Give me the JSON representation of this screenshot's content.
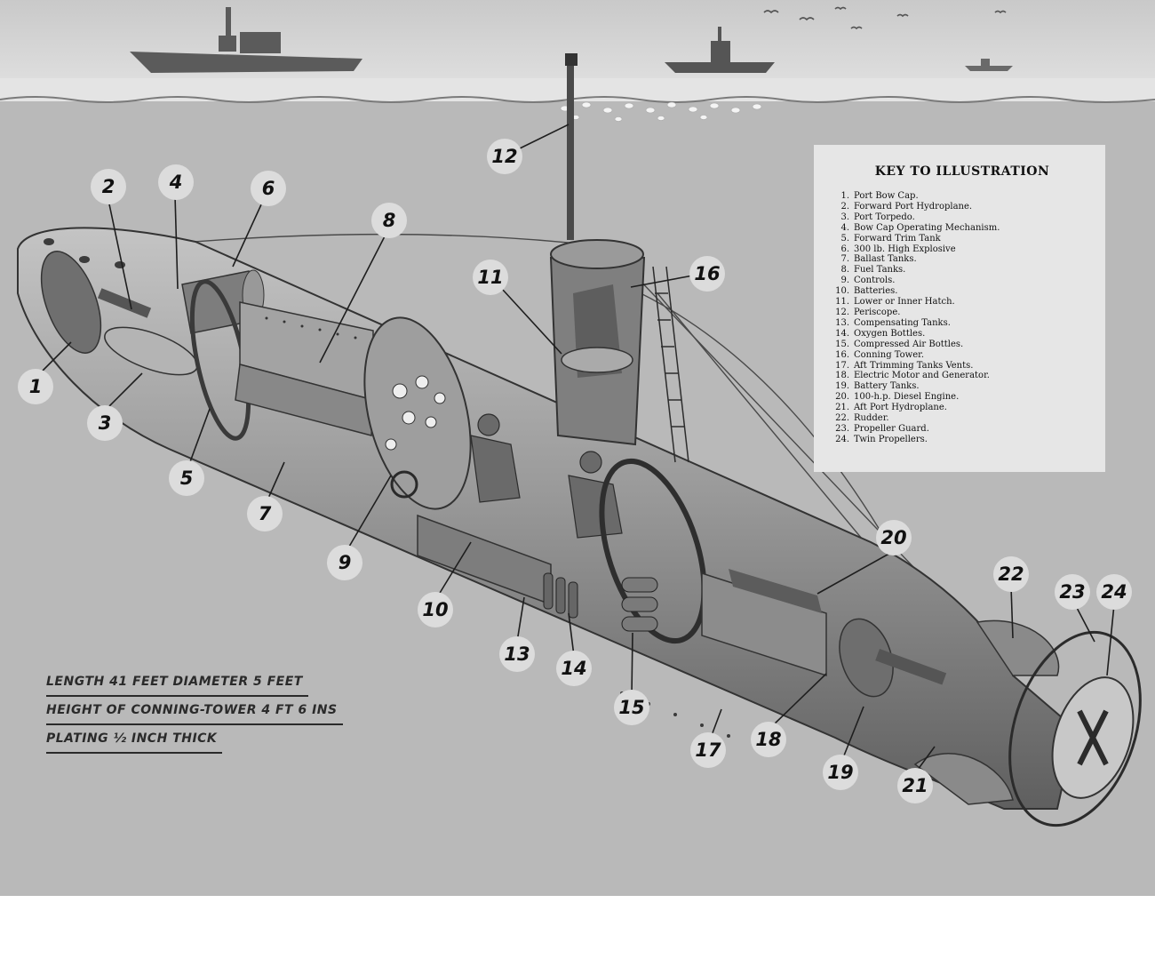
{
  "key": {
    "title": "KEY TO ILLUSTRATION",
    "items": [
      {
        "n": "1.",
        "label": "Port Bow Cap."
      },
      {
        "n": "2.",
        "label": "Forward Port Hydroplane."
      },
      {
        "n": "3.",
        "label": "Port Torpedo."
      },
      {
        "n": "4.",
        "label": "Bow Cap Operating Mechanism."
      },
      {
        "n": "5.",
        "label": "Forward Trim Tank"
      },
      {
        "n": "6.",
        "label": "300 lb. High Explosive"
      },
      {
        "n": "7.",
        "label": "Ballast Tanks."
      },
      {
        "n": "8.",
        "label": "Fuel Tanks."
      },
      {
        "n": "9.",
        "label": "Controls."
      },
      {
        "n": "10.",
        "label": "Batteries."
      },
      {
        "n": "11.",
        "label": "Lower or Inner Hatch."
      },
      {
        "n": "12.",
        "label": "Periscope."
      },
      {
        "n": "13.",
        "label": "Compensating Tanks."
      },
      {
        "n": "14.",
        "label": "Oxygen Bottles."
      },
      {
        "n": "15.",
        "label": "Compressed Air Bottles."
      },
      {
        "n": "16.",
        "label": "Conning Tower."
      },
      {
        "n": "17.",
        "label": "Aft Trimming Tanks Vents."
      },
      {
        "n": "18.",
        "label": "Electric Motor and Generator."
      },
      {
        "n": "19.",
        "label": "Battery Tanks."
      },
      {
        "n": "20.",
        "label": "100-h.p. Diesel Engine."
      },
      {
        "n": "21.",
        "label": "Aft Port Hydroplane."
      },
      {
        "n": "22.",
        "label": "Rudder."
      },
      {
        "n": "23.",
        "label": "Propeller Guard."
      },
      {
        "n": "24.",
        "label": "Twin Propellers."
      }
    ]
  },
  "callouts": [
    "1",
    "2",
    "3",
    "4",
    "5",
    "6",
    "7",
    "8",
    "9",
    "10",
    "11",
    "12",
    "13",
    "14",
    "15",
    "16",
    "17",
    "18",
    "19",
    "20",
    "21",
    "22",
    "23",
    "24"
  ],
  "dimensions": {
    "line1": "LENGTH 41 FEET  DIAMETER 5 FEET",
    "line2": "HEIGHT OF CONNING-TOWER 4 FT 6 INS",
    "line3": "PLATING ½ INCH THICK"
  },
  "colors": {
    "sea": "#b9b9b9",
    "sky": "#d2d2d2",
    "hull": "#8f8f8f",
    "hull_dark": "#5a5a5a",
    "panel": "#e6e6e6",
    "ink": "#111111"
  }
}
